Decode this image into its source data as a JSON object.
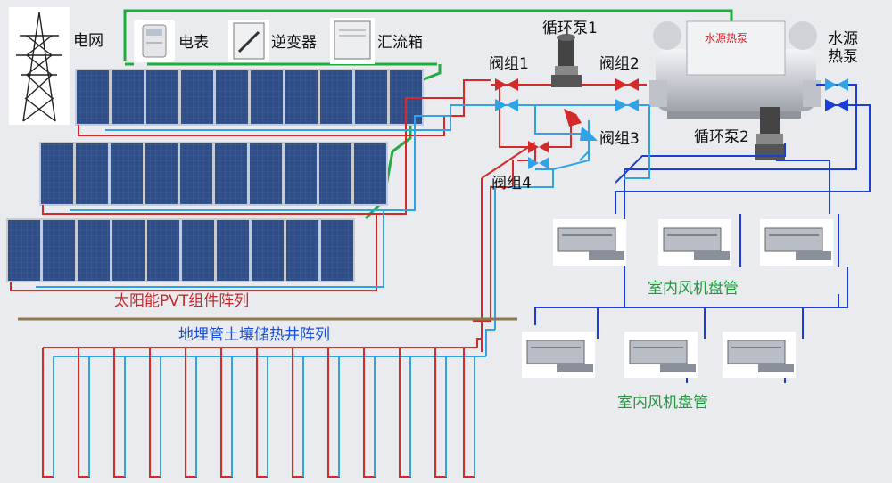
{
  "labels": {
    "grid": "电网",
    "meter": "电表",
    "inverter": "逆变器",
    "combiner": "汇流箱",
    "pump1": "循环泵1",
    "pump2": "循环泵2",
    "valve1": "阀组1",
    "valve2": "阀组2",
    "valve3": "阀组3",
    "valve4": "阀组4",
    "water_source_heat_pump": "水源\n热泵",
    "heat_pump_sign": "水源热泵",
    "pvt_array": "太阳能PVT组件阵列",
    "ground_array": "地埋管土壤储热井阵列",
    "fan_coil_1": "室内风机盘管",
    "fan_coil_2": "室内风机盘管"
  },
  "colors": {
    "hot_pipe": "#d42a2a",
    "cold_pipe": "#2fa3e6",
    "coil_pipe": "#1b3fd6",
    "power_line": "#1fae3d",
    "panel": "#2f4d86",
    "ground_line": "#8a7a4e"
  }
}
